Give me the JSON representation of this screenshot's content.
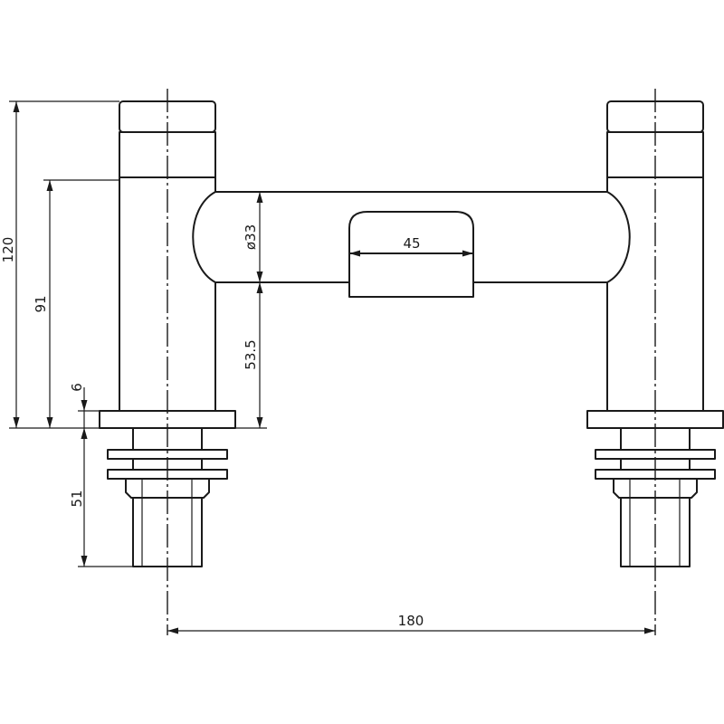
{
  "diagram": {
    "dimensions": {
      "overall_height": "120",
      "outlet_height": "91",
      "base_thickness": "6",
      "spout_diameter": "ø33",
      "spout_clearance": "53.5",
      "spout_width": "45",
      "shank_length": "51",
      "centres": "180"
    }
  }
}
